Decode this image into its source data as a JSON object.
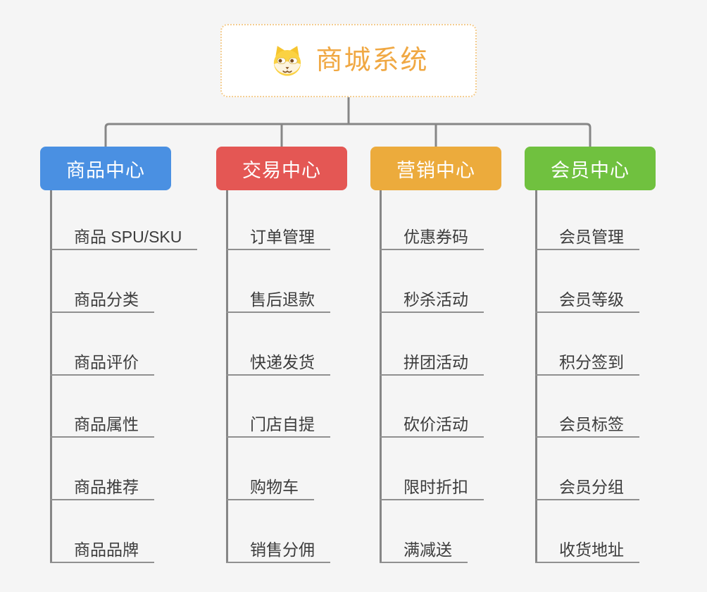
{
  "root": {
    "title": "商城系统",
    "icon": "dog-face-icon"
  },
  "branches": [
    {
      "label": "商品中心",
      "color": "#4A90E2",
      "items": [
        "商品 SPU/SKU",
        "商品分类",
        "商品评价",
        "商品属性",
        "商品推荐",
        "商品品牌"
      ]
    },
    {
      "label": "交易中心",
      "color": "#E45754",
      "items": [
        "订单管理",
        "售后退款",
        "快递发货",
        "门店自提",
        "购物车",
        "销售分佣"
      ]
    },
    {
      "label": "营销中心",
      "color": "#ECAB3C",
      "items": [
        "优惠券码",
        "秒杀活动",
        "拼团活动",
        "砍价活动",
        "限时折扣",
        "满减送"
      ]
    },
    {
      "label": "会员中心",
      "color": "#70C13F",
      "items": [
        "会员管理",
        "会员等级",
        "积分签到",
        "会员标签",
        "会员分组",
        "收货地址"
      ]
    }
  ],
  "colors": {
    "background": "#F5F5F5",
    "root_border": "#F4CD90",
    "root_text": "#F0A843",
    "connector": "#868686",
    "item_text": "#3C3C3C",
    "item_underline": "#909090"
  }
}
